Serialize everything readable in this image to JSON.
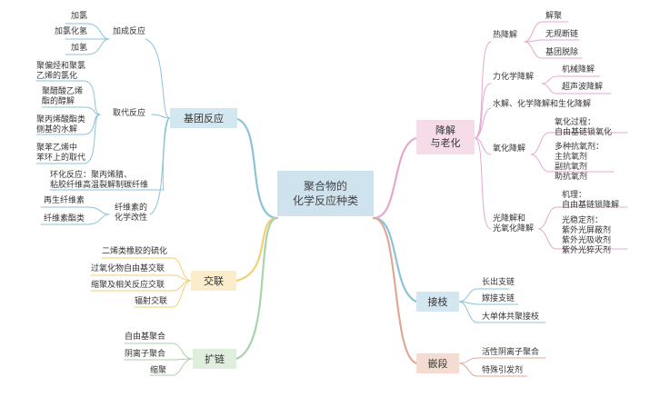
{
  "center": {
    "title": "聚合物的\n化学反应种类"
  },
  "colors": {
    "blue": "#8cc3d8",
    "pink": "#e6a7cf",
    "yellow": "#f1cf77",
    "green": "#a9d3a9",
    "red": "#e0a896"
  },
  "branches": {
    "jituan": {
      "label": "基团反应",
      "jiacheng": {
        "label": "加成反应",
        "items": [
          "加氯",
          "加氯化氢",
          "加氢"
        ]
      },
      "qudai": {
        "label": "取代反应",
        "items": [
          "聚偏烃和聚氯\n乙烯的氯化",
          "聚醋酸乙烯\n酯的醇解",
          "聚丙烯酸酯类\n侧基的水解",
          "聚苯乙烯中\n苯环上的取代"
        ]
      },
      "huanhua": "环化反应：聚丙烯腈、\n粘胶纤维高温裂解制碳纤维",
      "xianwei": {
        "label": "纤维素的\n化学改性",
        "items": [
          "再生纤维素",
          "纤维素酯类"
        ]
      }
    },
    "jiaolian": {
      "label": "交联",
      "items": [
        "二烯类橡胶的硫化",
        "过氧化物自由基交联",
        "缩聚及相关反应交联",
        "辐射交联"
      ]
    },
    "kuolian": {
      "label": "扩链",
      "items": [
        "自由基聚合",
        "阴离子聚合",
        "缩聚"
      ]
    },
    "jiangjie": {
      "label": "降解\n与老化",
      "rejiangjie": {
        "label": "热降解",
        "items": [
          "解聚",
          "无规断链",
          "基团脱除"
        ]
      },
      "lihua": {
        "label": "力化学降解",
        "items": [
          "机械降解",
          "超声波降解"
        ]
      },
      "shuijie": "水解、化学降解和生化降解",
      "yanghua": {
        "label": "氧化降解",
        "items": [
          "氧化过程：\n自由基链锁氧化",
          "多种抗氧剂：\n主抗氧剂\n副抗氧剂\n助抗氧剂"
        ]
      },
      "guang": {
        "label": "光降解和\n光氧化降解",
        "items": [
          "机理：\n自由基链锁降解",
          "光稳定剂：\n紫外光屏蔽剂\n紫外光吸收剂\n紫外光猝灭剂"
        ]
      }
    },
    "jiezhi": {
      "label": "接枝",
      "items": [
        "长出支链",
        "嫁接支链",
        "大单体共聚接枝"
      ]
    },
    "qianduan": {
      "label": "嵌段",
      "items": [
        "活性阴离子聚合",
        "特殊引发剂"
      ]
    }
  }
}
